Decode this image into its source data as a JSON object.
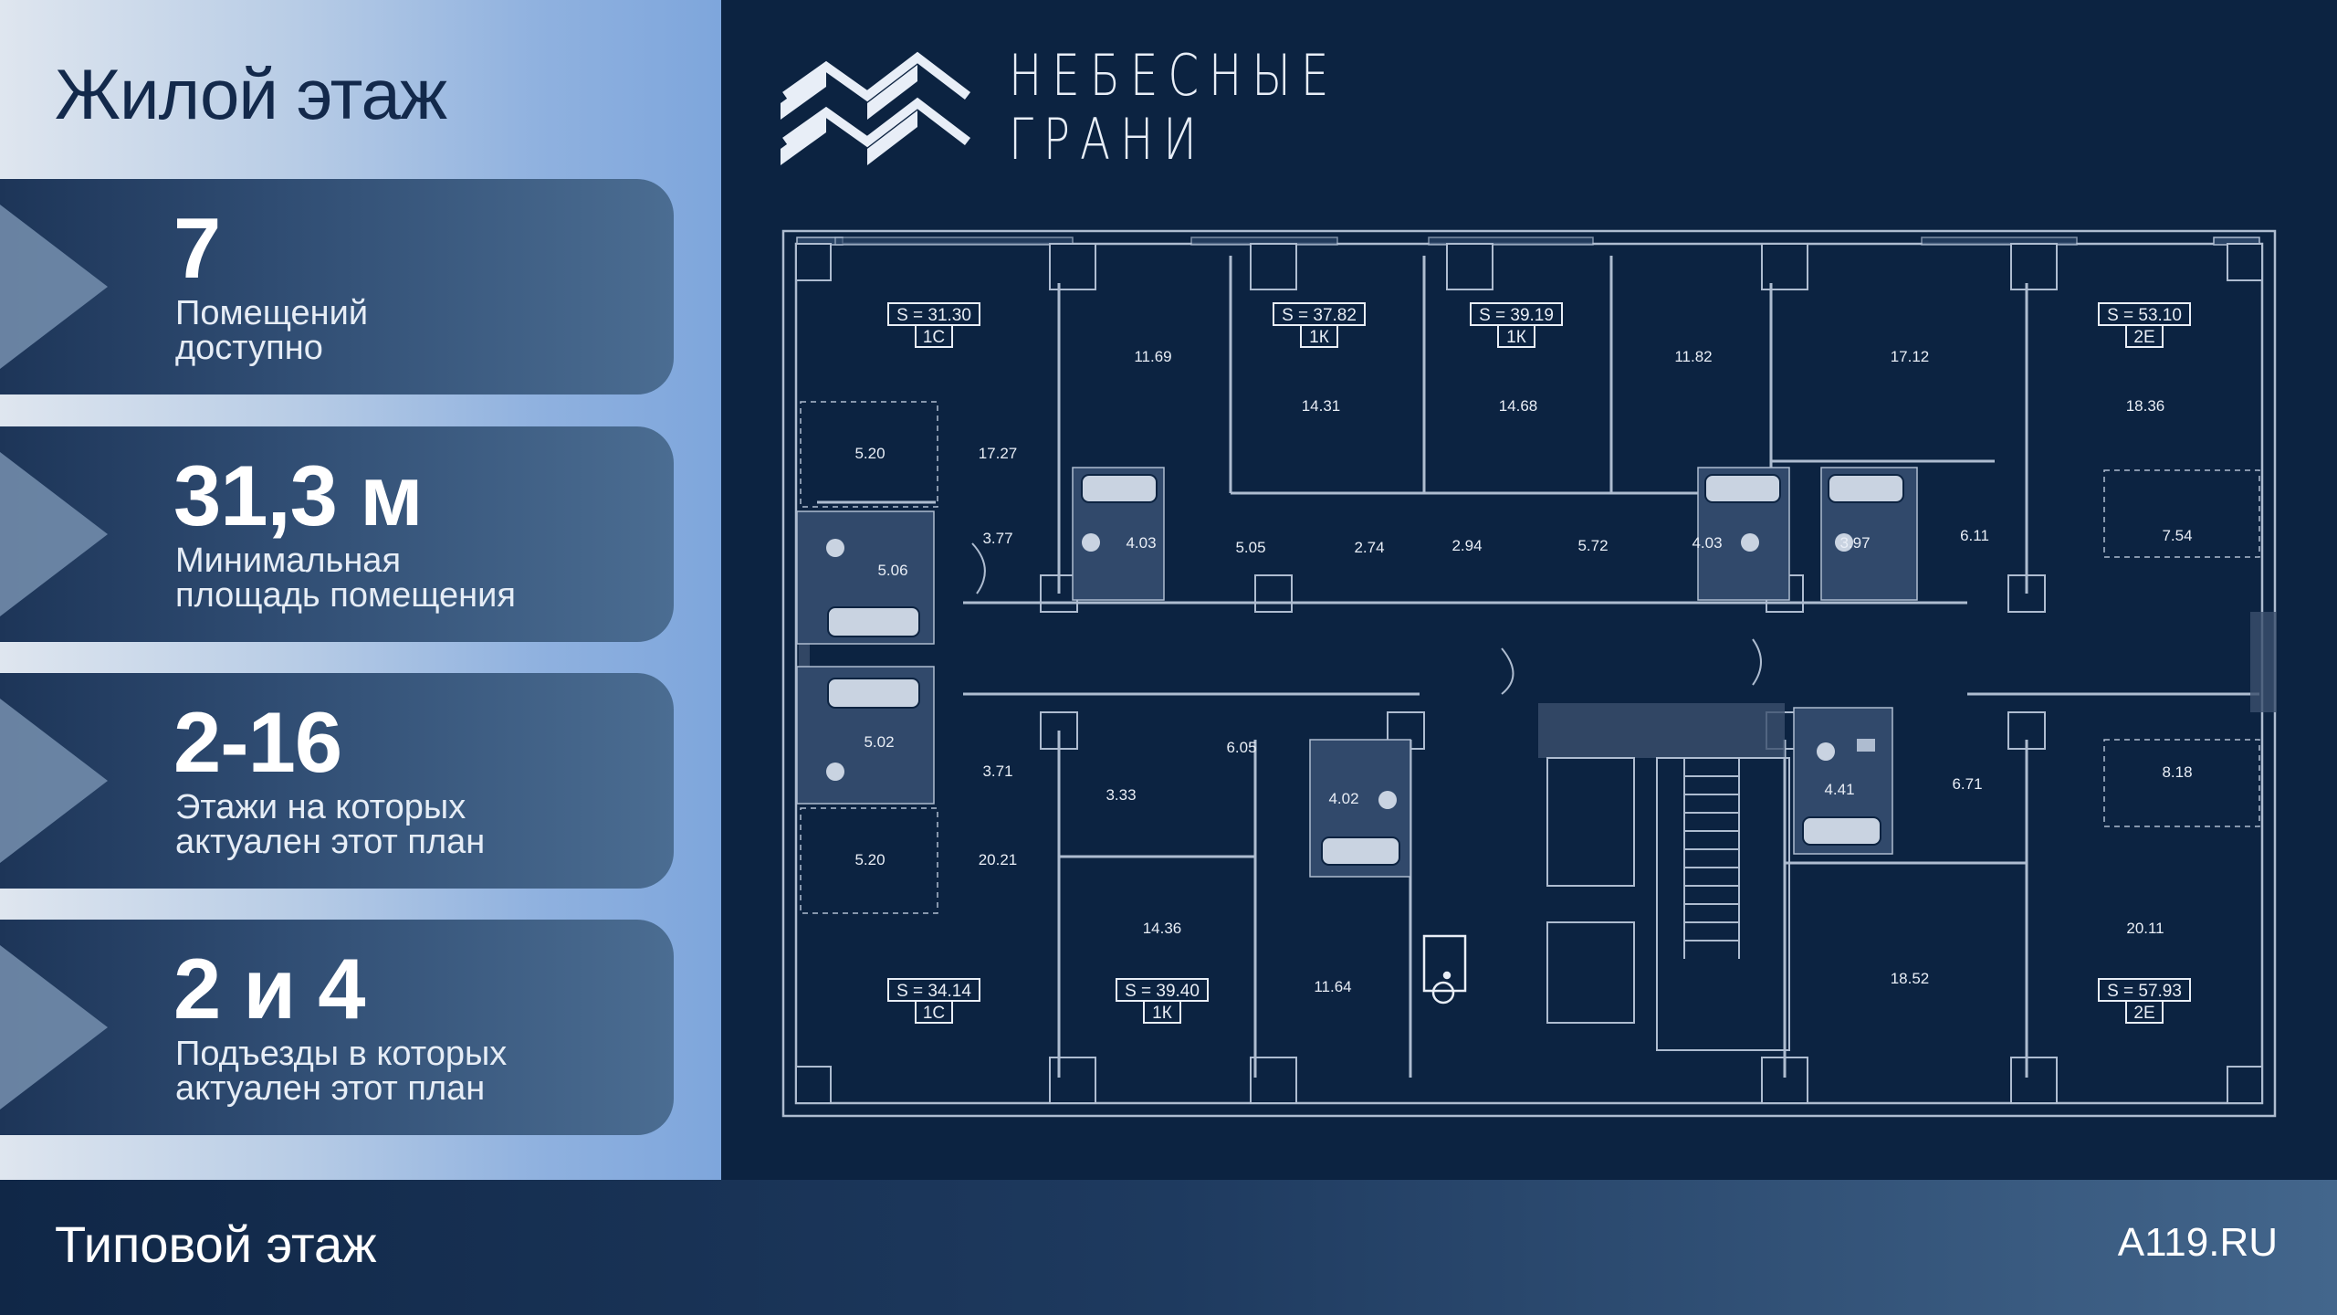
{
  "page": {
    "title": "Жилой этаж"
  },
  "stats": [
    {
      "value": "7",
      "label_line1": "Помещений",
      "label_line2": "доступно"
    },
    {
      "value": "31,3 м",
      "label_line1": "Минимальная",
      "label_line2": "площадь помещения"
    },
    {
      "value": "2-16",
      "label_line1": "Этажи на которых",
      "label_line2": "актуален этот план"
    },
    {
      "value": "2 и 4",
      "label_line1": "Подъезды в которых",
      "label_line2": "актуален этот план"
    }
  ],
  "brand": {
    "line1": "НЕБЕСНЫЕ",
    "line2": "ГРАНИ"
  },
  "footer": {
    "left": "Типовой этаж",
    "right": "A119.RU"
  },
  "plan": {
    "apartments": [
      {
        "area": "S = 31.30",
        "type": "1С"
      },
      {
        "area": "S = 37.82",
        "type": "1К"
      },
      {
        "area": "S = 39.19",
        "type": "1К"
      },
      {
        "area": "S = 53.10",
        "type": "2Е"
      },
      {
        "area": "S = 34.14",
        "type": "1С"
      },
      {
        "area": "S = 39.40",
        "type": "1К"
      },
      {
        "area": "S = 57.93",
        "type": "2Е"
      }
    ],
    "rooms": [
      "11.69",
      "14.31",
      "14.68",
      "11.82",
      "17.12",
      "18.36",
      "5.20",
      "17.27",
      "3.77",
      "5.06",
      "4.03",
      "5.05",
      "2.74",
      "2.94",
      "5.72",
      "4.03",
      "3.97",
      "6.11",
      "7.54",
      "5.02",
      "3.71",
      "3.33",
      "6.05",
      "4.02",
      "4.41",
      "6.71",
      "8.18",
      "5.20",
      "20.21",
      "14.36",
      "11.64",
      "18.52",
      "20.11"
    ]
  },
  "colors": {
    "accent": "#0c2341",
    "card": "#2f4c72",
    "title": "#13294b"
  }
}
